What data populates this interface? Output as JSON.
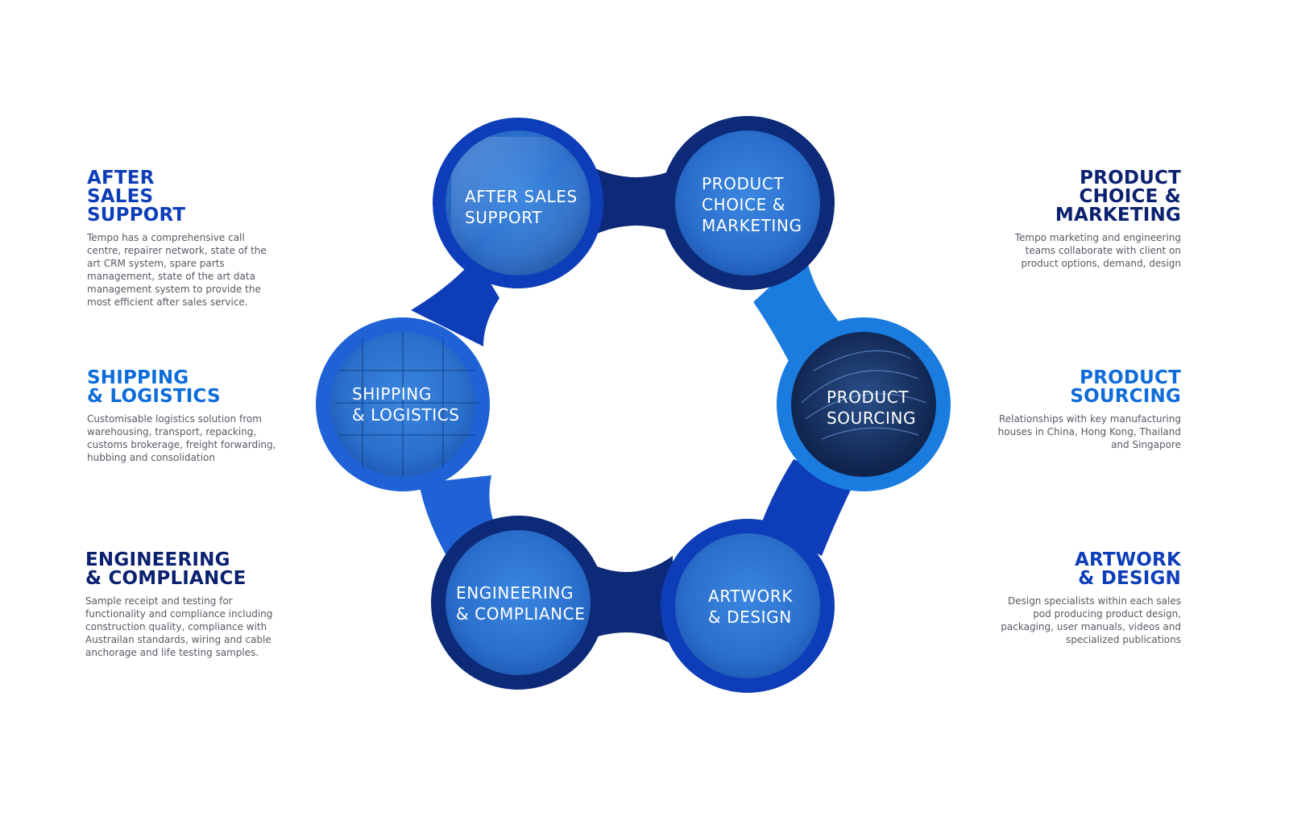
{
  "colors": {
    "dark_navy": "#0d2a78",
    "royal_blue": "#0d3db8",
    "medium_blue": "#1f62d6",
    "sky_blue": "#1b7cdf",
    "heading_dark": "#0b2170",
    "heading_light": "#0d6cd9",
    "body_text": "#555a63"
  },
  "sections": [
    {
      "id": "after-sales",
      "heading_lines": [
        "AFTER",
        "SALES",
        "SUPPORT"
      ],
      "description_lines": [
        "Tempo has a comprehensive call",
        "centre, repairer network, state of the",
        "art CRM system, spare parts",
        "management, state of the art data",
        "management system to provide the",
        "most efficient after sales service."
      ],
      "node_lines": [
        "AFTER SALES",
        "SUPPORT"
      ],
      "heading_color": "#0d3db8"
    },
    {
      "id": "shipping",
      "heading_lines": [
        "SHIPPING",
        "& LOGISTICS"
      ],
      "description_lines": [
        "Customisable logistics solution from",
        "warehousing, transport, repacking,",
        "customs brokerage, freight forwarding,",
        "hubbing and consolidation"
      ],
      "node_lines": [
        "SHIPPING",
        "& LOGISTICS"
      ],
      "heading_color": "#0d6cd9"
    },
    {
      "id": "engineering",
      "heading_lines": [
        "ENGINEERING",
        "& COMPLIANCE"
      ],
      "description_lines": [
        "Sample receipt and testing for",
        "functionality and compliance including",
        "construction quality, compliance with",
        "Austrailan standards, wiring and cable",
        "anchorage and life testing samples."
      ],
      "node_lines": [
        "ENGINEERING",
        "& COMPLIANCE"
      ],
      "heading_color": "#0b2170"
    },
    {
      "id": "product-choice",
      "heading_lines": [
        "PRODUCT",
        "CHOICE &",
        "MARKETING"
      ],
      "description_lines": [
        "Tempo marketing and engineering",
        "teams collaborate with client on",
        "product options, demand, design"
      ],
      "node_lines": [
        "PRODUCT",
        "CHOICE &",
        "MARKETING"
      ],
      "heading_color": "#0b2170"
    },
    {
      "id": "sourcing",
      "heading_lines": [
        "PRODUCT",
        "SOURCING"
      ],
      "description_lines": [
        "Relationships with key manufacturing",
        "houses in China, Hong Kong, Thailand",
        "and Singapore"
      ],
      "node_lines": [
        "PRODUCT",
        "SOURCING"
      ],
      "heading_color": "#0d6cd9"
    },
    {
      "id": "artwork",
      "heading_lines": [
        "ARTWORK",
        "& DESIGN"
      ],
      "description_lines": [
        "Design specialists within each sales",
        "pod producing product design,",
        "packaging, user manuals, videos and",
        "specialized publications"
      ],
      "node_lines": [
        "ARTWORK",
        "& DESIGN"
      ],
      "heading_color": "#0d3db8"
    }
  ]
}
